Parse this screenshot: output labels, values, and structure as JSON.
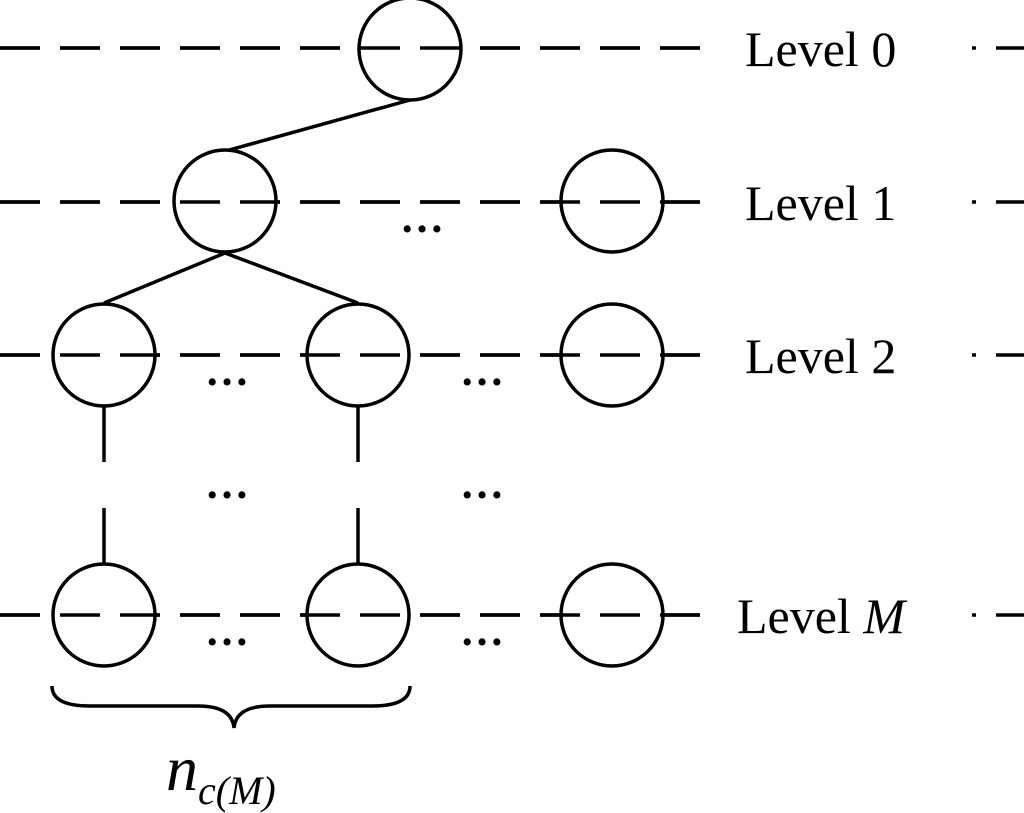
{
  "levels": [
    {
      "prefix": "Level ",
      "value": "0"
    },
    {
      "prefix": "Level ",
      "value": "1"
    },
    {
      "prefix": "Level ",
      "value": "2"
    },
    {
      "prefix": "Level ",
      "value": "M"
    }
  ],
  "ellipsis": "…",
  "brace_label": {
    "base": "n",
    "sub": "c(M)"
  }
}
